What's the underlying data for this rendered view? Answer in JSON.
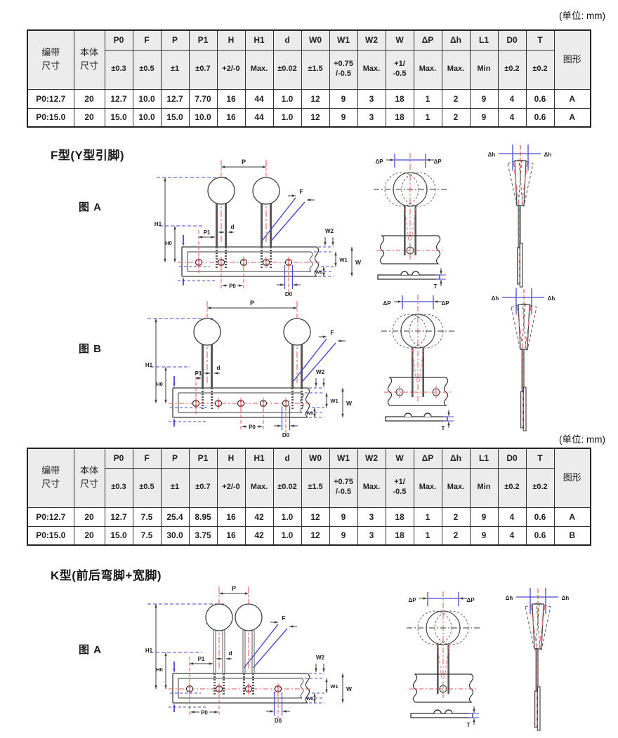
{
  "unit_note": "(单位: mm)",
  "sections": {
    "f": {
      "heading": "F型(Y型引脚)",
      "fig_a": "图 A",
      "fig_b": "图 B"
    },
    "k": {
      "heading": "K型(前后弯脚+宽脚)",
      "fig_a": "图 A"
    }
  },
  "table_common": {
    "tape_col": "编带\n尺寸",
    "body_col": "本体\n尺寸",
    "fig_col": "图形",
    "symbols": [
      "P0",
      "F",
      "P",
      "P1",
      "H",
      "H1",
      "d",
      "W0",
      "W1",
      "W2",
      "W",
      "ΔP",
      "Δh",
      "L1",
      "D0",
      "T"
    ],
    "tolerances": [
      "±0.3",
      "±0.5",
      "±1",
      "±0.7",
      "+2/-0",
      "Max.",
      "±0.02",
      "±1.5",
      "+0.75\n/-0.5",
      "Max.",
      "+1/\n-0.5",
      "Max.",
      "Max.",
      "Min",
      "±0.2",
      "±0.2"
    ]
  },
  "table1": {
    "rows": [
      {
        "tape": "P0:12.7",
        "body": "20",
        "values": [
          "12.7",
          "10.0",
          "12.7",
          "7.70",
          "16",
          "44",
          "1.0",
          "12",
          "9",
          "3",
          "18",
          "1",
          "2",
          "9",
          "4",
          "0.6"
        ],
        "fig": "A"
      },
      {
        "tape": "P0:15.0",
        "body": "20",
        "values": [
          "15.0",
          "10.0",
          "15.0",
          "10.0",
          "16",
          "44",
          "1.0",
          "12",
          "9",
          "3",
          "18",
          "1",
          "2",
          "9",
          "4",
          "0.6"
        ],
        "fig": "A"
      }
    ]
  },
  "table2": {
    "rows": [
      {
        "tape": "P0:12.7",
        "body": "20",
        "values": [
          "12.7",
          "7.5",
          "25.4",
          "8.95",
          "16",
          "42",
          "1.0",
          "12",
          "9",
          "3",
          "18",
          "1",
          "2",
          "9",
          "4",
          "0.6"
        ],
        "fig": "A"
      },
      {
        "tape": "P0:15.0",
        "body": "20",
        "values": [
          "15.0",
          "7.5",
          "30.0",
          "3.75",
          "16",
          "42",
          "1.0",
          "12",
          "9",
          "3",
          "18",
          "1",
          "2",
          "9",
          "4",
          "0.6"
        ],
        "fig": "B"
      }
    ]
  },
  "diagram_labels": {
    "P": "P",
    "F": "F",
    "P1": "P1",
    "d": "d",
    "H1": "H1",
    "H0": "H0",
    "W": "W",
    "W0": "W0",
    "W1": "W1",
    "W2": "W2",
    "P0": "P0",
    "D0": "D0",
    "dP": "ΔP",
    "dh": "Δh",
    "T": "T"
  }
}
